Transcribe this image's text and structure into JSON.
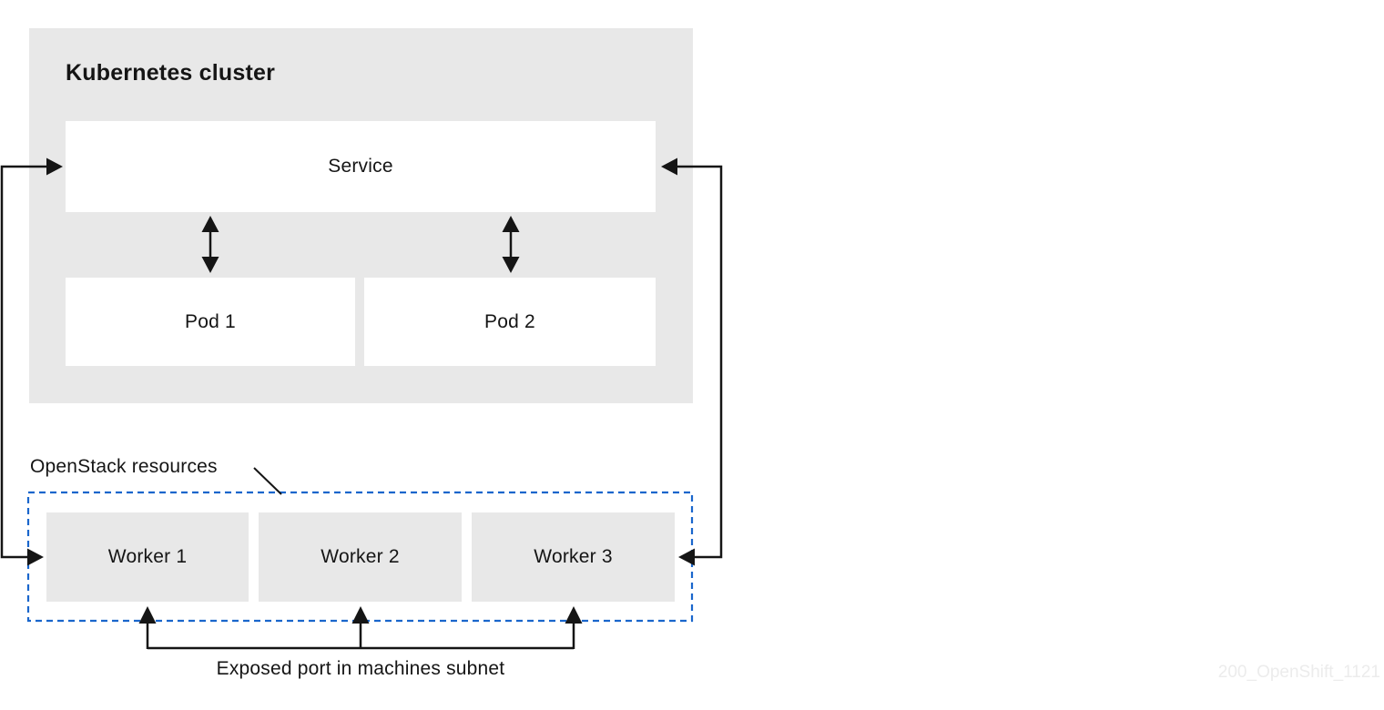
{
  "colors": {
    "page_bg": "#ffffff",
    "box_fill_gray": "#e8e8e8",
    "box_fill_white": "#ffffff",
    "line_color": "#151515",
    "text_color": "#151515",
    "dashed_border_blue": "#1a66cc",
    "watermark_color": "#ececec"
  },
  "kubernetes_cluster": {
    "title": "Kubernetes cluster",
    "service": {
      "label": "Service"
    },
    "pods": [
      {
        "label": "Pod 1"
      },
      {
        "label": "Pod 2"
      }
    ]
  },
  "openstack_resources": {
    "label": "OpenStack resources",
    "workers": [
      {
        "label": "Worker 1"
      },
      {
        "label": "Worker 2"
      },
      {
        "label": "Worker 3"
      }
    ]
  },
  "caption": {
    "text": "Exposed port in machines subnet"
  },
  "watermark": {
    "text": "200_OpenShift_1121"
  }
}
